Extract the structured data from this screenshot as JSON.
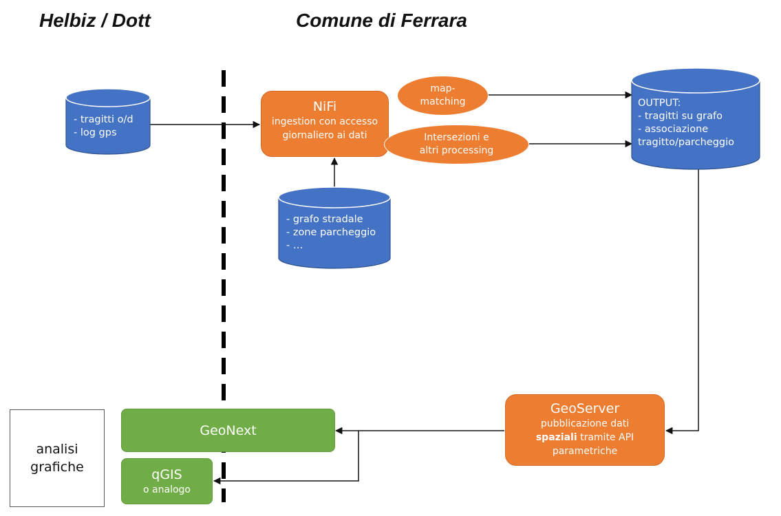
{
  "headings": {
    "left": "Helbiz / Dott",
    "right": "Comune di Ferrara"
  },
  "colors": {
    "cylinder": "#4472C4",
    "process": "#ED7D31",
    "client": "#70AD47",
    "wire": "#111111"
  },
  "sources": {
    "lines": [
      "- tragitti o/d",
      "- log gps"
    ]
  },
  "nifi": {
    "title": "NiFi",
    "lines": [
      "ingestion con accesso",
      "giornaliero ai dati"
    ]
  },
  "map_matching": {
    "lines": [
      "map-",
      "matching"
    ]
  },
  "intersezioni": {
    "lines": [
      "Intersezioni e",
      "altri processing"
    ]
  },
  "reference_data": {
    "lines": [
      "- grafo stradale",
      "- zone parcheggio",
      "- …"
    ]
  },
  "output": {
    "lines": [
      "OUTPUT:",
      "- tragitti su grafo",
      "- associazione",
      "tragitto/parcheggio"
    ]
  },
  "geoserver": {
    "title": "GeoServer",
    "line1": "pubblicazione dati",
    "bold_word": "spaziali",
    "line2_rest": " tramite API",
    "line3": "parametriche"
  },
  "geonext": {
    "label": "GeoNext"
  },
  "qgis": {
    "lines": [
      "qGIS",
      "o analogo"
    ]
  },
  "analisi": {
    "lines": [
      "analisi",
      "grafiche"
    ]
  }
}
